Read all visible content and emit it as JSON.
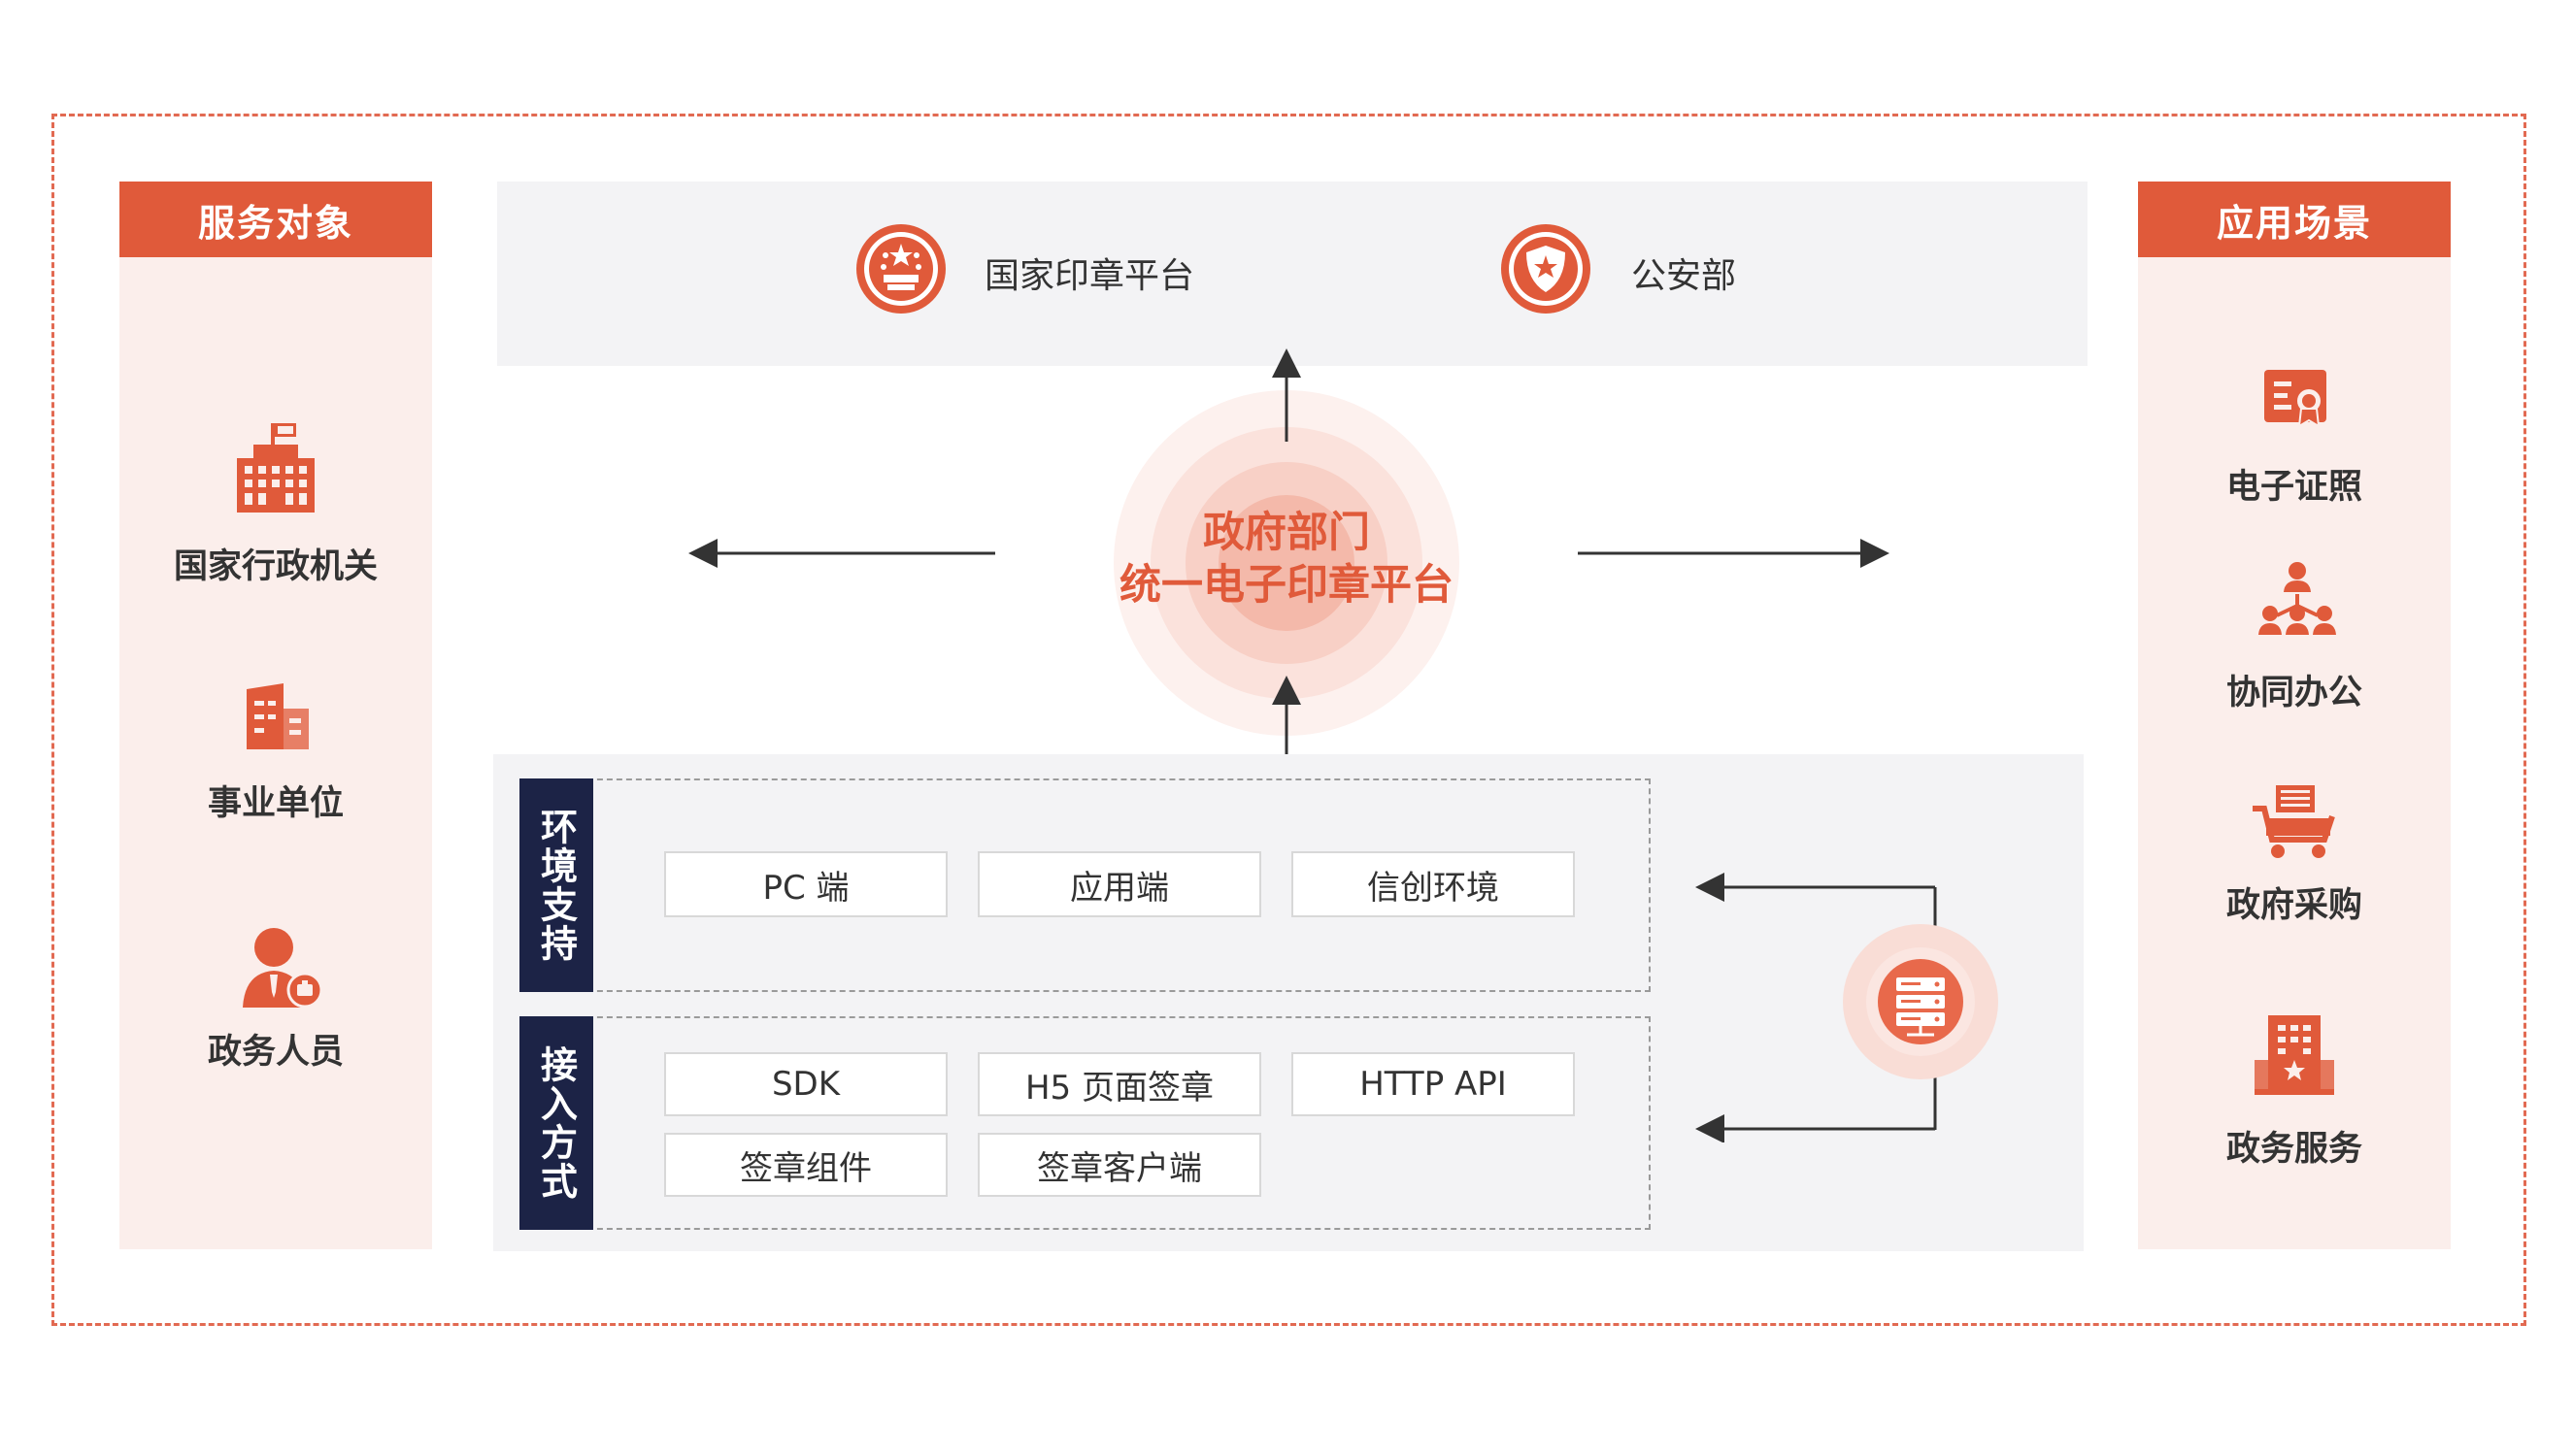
{
  "left_panel": {
    "header": "服务对象",
    "items": [
      {
        "label": "国家行政机关",
        "icon": "government-building-icon"
      },
      {
        "label": "事业单位",
        "icon": "office-building-icon"
      },
      {
        "label": "政务人员",
        "icon": "civil-servant-icon"
      }
    ]
  },
  "right_panel": {
    "header": "应用场景",
    "items": [
      {
        "label": "电子证照",
        "icon": "e-certificate-icon"
      },
      {
        "label": "协同办公",
        "icon": "collaboration-icon"
      },
      {
        "label": "政府采购",
        "icon": "procurement-cart-icon"
      },
      {
        "label": "政务服务",
        "icon": "government-service-icon"
      }
    ]
  },
  "top_box": {
    "items": [
      {
        "label": "国家印章平台",
        "icon": "national-emblem-icon"
      },
      {
        "label": "公安部",
        "icon": "police-badge-icon"
      }
    ]
  },
  "center": {
    "line1": "政府部门",
    "line2": "统一电子印章平台"
  },
  "bottom_box": {
    "environment": {
      "label": "环境支持",
      "chips": [
        "PC 端",
        "应用端",
        "信创环境"
      ]
    },
    "access": {
      "label": "接入方式",
      "chips": [
        "SDK",
        "H5 页面签章",
        "HTTP API",
        "签章组件",
        "签章客户端"
      ]
    },
    "server_icon": "server-icon"
  },
  "colors": {
    "accent": "#e05a3a",
    "panel_bg": "#fbeeeb",
    "box_bg": "#f3f3f5",
    "navy": "#1c2346"
  }
}
